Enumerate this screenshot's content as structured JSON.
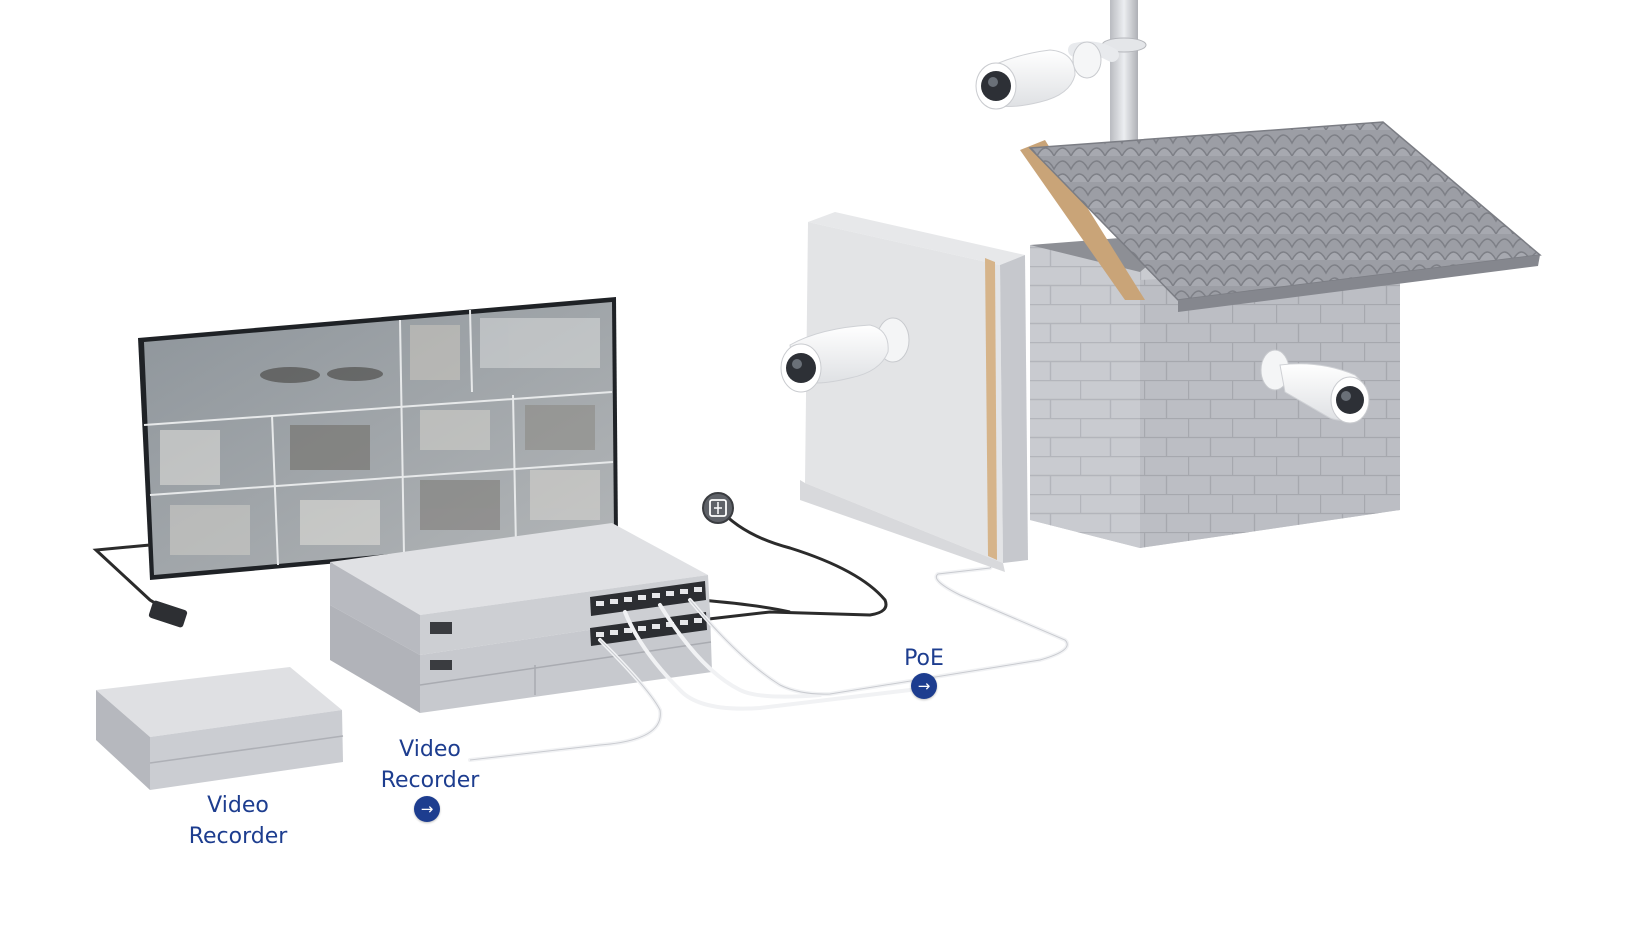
{
  "labels": {
    "recorder_standalone": {
      "line1": "Video",
      "line2": "Recorder"
    },
    "recorder_rack": {
      "line1": "Video",
      "line2": "Recorder"
    },
    "poe": "PoE"
  },
  "icons": {
    "arrow": "→",
    "arrow_name": "arrow-right-icon",
    "ethernet_port": "ethernet-port-icon"
  },
  "colors": {
    "label": "#1d3d8f",
    "device_body": "#c9cbd0",
    "cable_white": "#f2f3f5",
    "cable_black": "#2b2b2b",
    "roof": "#9a9ca3",
    "brick": "#c4c6cb"
  }
}
